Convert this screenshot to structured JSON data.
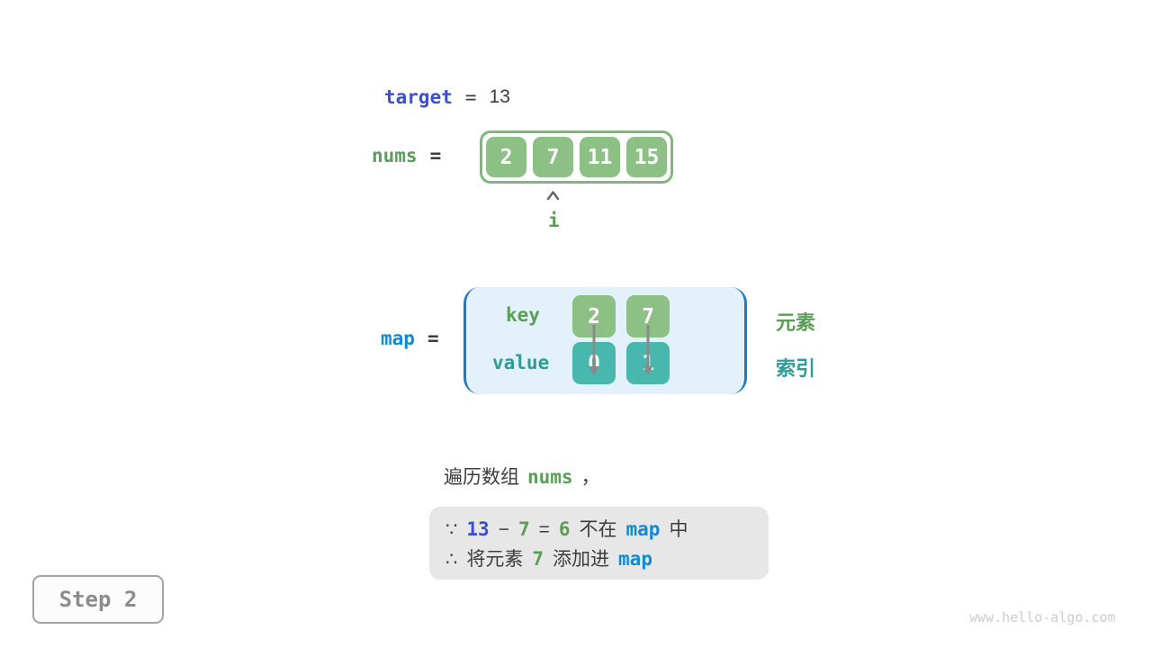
{
  "colors": {
    "blue": "#3b4fd8",
    "green": "#5b9e57",
    "azure": "#1189d3",
    "teal": "#2f9c95",
    "dark": "#3d3d3d",
    "array_fill": "#8cc084",
    "array_border": "#7eb87a",
    "index_box_fill": "#48b8ae",
    "map_background": "#e3f1fa",
    "map_bracket": "#2277c5",
    "note_background": "#e7e7e7",
    "step_gray": "#8c8c8c",
    "watermark_gray": "#cccccc"
  },
  "target_row": {
    "label": "target",
    "equals": "=",
    "value": "13"
  },
  "nums_row": {
    "label": "nums",
    "equals": "=",
    "cells": [
      "2",
      "7",
      "11",
      "15"
    ],
    "pointer_label": "i"
  },
  "map_row": {
    "label": "map",
    "equals": "=",
    "key_label": "key",
    "value_label": "value",
    "entries": [
      {
        "key": "2",
        "value": "0"
      },
      {
        "key": "7",
        "value": "1"
      }
    ],
    "element_label": "元素",
    "index_label": "索引"
  },
  "caption": {
    "prefix": "遍历数组",
    "code": "nums",
    "comma": "，"
  },
  "note_box": {
    "line1": [
      "∵",
      "13",
      "−",
      "7",
      "=",
      "6",
      "不在",
      "map",
      "中"
    ],
    "line2": [
      "∴",
      "将元素",
      "7",
      "添加进",
      "map"
    ]
  },
  "step_badge": {
    "label": "Step 2"
  },
  "watermark": {
    "text": "www.hello-algo.com"
  }
}
